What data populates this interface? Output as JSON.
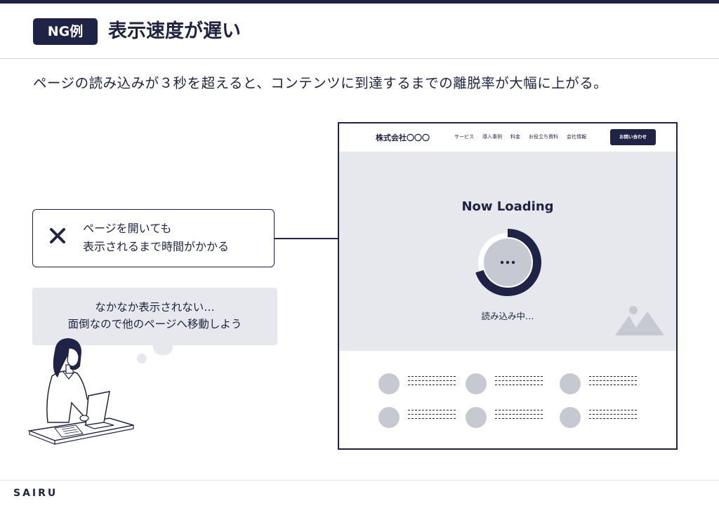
{
  "header": {
    "badge": "NG例",
    "title": "表示速度が遅い"
  },
  "lead": "ページの読み込みが３秒を超えると、コンテンツに到達するまでの離脱率が大幅に上がる。",
  "ng_box": {
    "icon": "x-icon",
    "lines": [
      "ページを開いても",
      "表示されるまで時間がかかる"
    ]
  },
  "thought_bubble": {
    "lines": [
      "なかなか表示されない…",
      "面倒なので他のページへ移動しよう"
    ]
  },
  "mock_site": {
    "brand": "株式会社〇〇〇",
    "nav_items": [
      "サービス",
      "導入事例",
      "料金",
      "お役立ち資料",
      "会社情報"
    ],
    "cta": "お問い合わせ",
    "loading_title": "Now Loading",
    "loading_text": "読み込み中…",
    "loader_icon": "ellipsis-icon",
    "progress": 0.7,
    "hero_icon": "image-placeholder-icon"
  },
  "footer": {
    "logo": "SAIRU"
  },
  "colors": {
    "navy": "#1f2447",
    "hero_bg": "#e6e8ee",
    "placeholder": "#c7c9d2"
  }
}
